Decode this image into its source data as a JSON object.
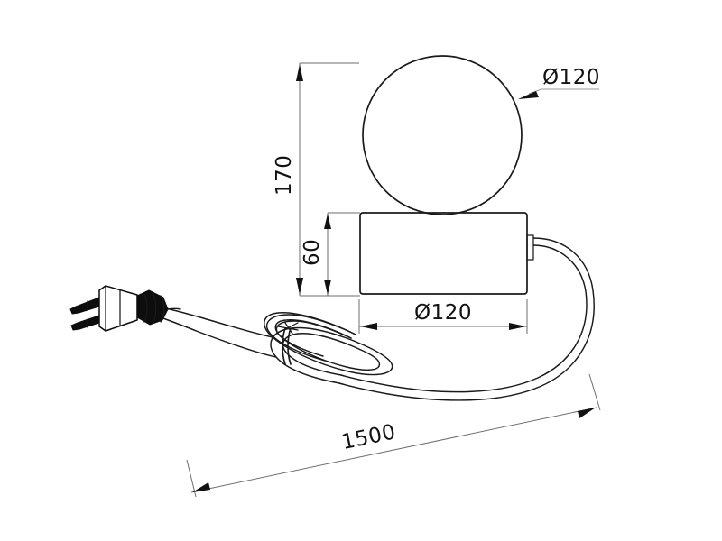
{
  "drawing": {
    "title": "Table lamp dimensional drawing",
    "units": "mm",
    "background_color": "#ffffff",
    "line_color": "#1a1a1a",
    "dimension_line_color": "#6e6e6e"
  },
  "dimensions": {
    "globe_diameter": {
      "label": "Ø120",
      "value": 120,
      "kind": "diameter",
      "target": "glass globe"
    },
    "total_height": {
      "label": "170",
      "value": 170,
      "kind": "linear-vertical",
      "target": "overall height"
    },
    "base_height": {
      "label": "60",
      "value": 60,
      "kind": "linear-vertical",
      "target": "base height"
    },
    "base_diameter": {
      "label": "Ø120",
      "value": 120,
      "kind": "diameter",
      "target": "base width"
    },
    "cable_length": {
      "label": "1500",
      "value": 1500,
      "kind": "linear-diagonal",
      "target": "power cord length"
    }
  },
  "parts": {
    "globe": "glass-globe",
    "base": "cylindrical-base",
    "cord": "power-cord",
    "plug": "euro-plug",
    "tie": "cable-tie"
  }
}
